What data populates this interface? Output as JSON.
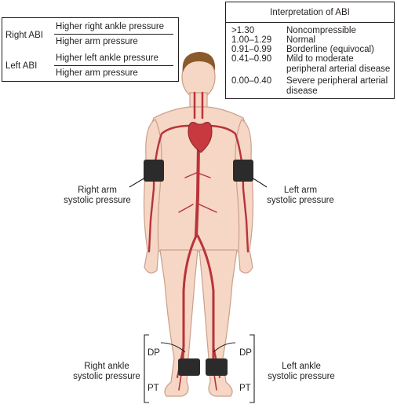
{
  "formula": {
    "right": {
      "label": "Right ABI",
      "numerator": "Higher right ankle pressure",
      "denominator": "Higher arm pressure"
    },
    "left": {
      "label": "Left ABI",
      "numerator": "Higher left ankle pressure",
      "denominator": "Higher arm pressure"
    }
  },
  "interpretation": {
    "title": "Interpretation of ABI",
    "rows": [
      {
        "range": ">1.30",
        "text": "Noncompressible"
      },
      {
        "range": "1.00–1.29",
        "text": "Normal"
      },
      {
        "range": "0.91–0.99",
        "text": "Borderline (equivocal)"
      },
      {
        "range": "0.41–0.90",
        "text": "Mild to moderate peripheral arterial disease"
      },
      {
        "range": "0.00–0.40",
        "text": "Severe peripheral arterial disease"
      }
    ]
  },
  "labels": {
    "right_arm": [
      "Right arm",
      "systolic pressure"
    ],
    "left_arm": [
      "Left arm",
      "systolic pressure"
    ],
    "right_ankle": [
      "Right ankle",
      "systolic pressure"
    ],
    "left_ankle": [
      "Left ankle",
      "systolic pressure"
    ],
    "dp_left": "DP",
    "pt_left": "PT",
    "dp_right": "DP",
    "pt_right": "PT"
  },
  "colors": {
    "skin": "#f6d6c4",
    "skin_outline": "#c9a08c",
    "artery": "#b8333a",
    "artery_light": "#d9525a",
    "hair": "#8a5a2b",
    "cuff": "#2b2b2b",
    "line": "#231f20"
  }
}
